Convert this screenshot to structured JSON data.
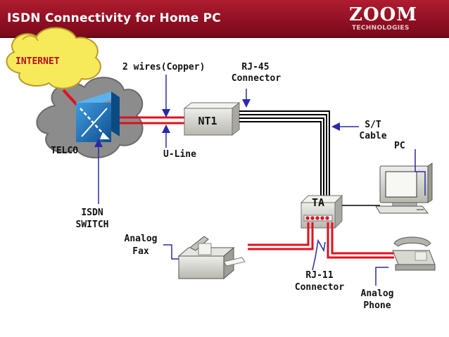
{
  "header": {
    "title": "ISDN Connectivity for Home PC",
    "logo_word": "ZOOM",
    "logo_sub": "TECHNOLOGIES"
  },
  "labels": {
    "internet": "INTERNET",
    "telco": "TELCO",
    "isdn_switch_1": "ISDN",
    "isdn_switch_2": "SWITCH",
    "two_wires": "2 wires(Copper)",
    "rj45_1": "RJ-45",
    "rj45_2": "Connector",
    "nt1": "NT1",
    "u_line": "U-Line",
    "st_1": "S/T",
    "st_2": "Cable",
    "pc": "PC",
    "ta": "TA",
    "analog_fax_1": "Analog",
    "analog_fax_2": "Fax",
    "rj11_1": "RJ-11",
    "rj11_2": "Connector",
    "analog_phone_1": "Analog",
    "analog_phone_2": "Phone"
  },
  "colors": {
    "header_bg": "#9a1427",
    "wire_red": "#e0101e",
    "callout_blue": "#2a2aa8",
    "internet_cloud": "#f6e95a",
    "telco_cloud": "#8c8c8c",
    "switch_blue": "#1c6fb8",
    "device_gray": "#d8d8d0"
  }
}
